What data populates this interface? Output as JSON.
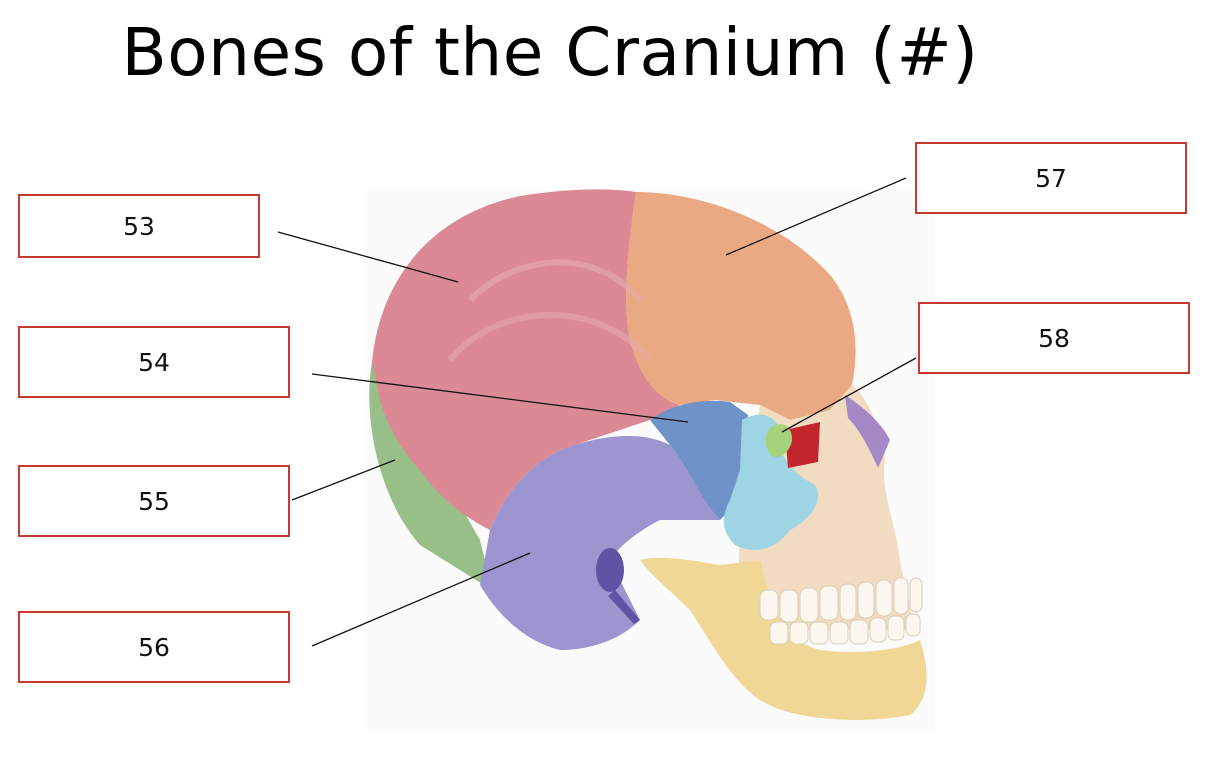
{
  "title": "Bones of the Cranium (#)",
  "labels": {
    "l53": "53",
    "l54": "54",
    "l55": "55",
    "l56": "56",
    "l57": "57",
    "l58": "58"
  },
  "colors": {
    "box_border": "#c8392f",
    "parietal": "#db8a95",
    "frontal": "#eaa983",
    "temporal": "#9c95cf",
    "sphenoid": "#6f93c9",
    "occipital": "#97bf87",
    "zygomatic": "#9fd4e4",
    "mandible": "#f1d796",
    "maxilla_face": "#f1dcc1",
    "nasal": "#a489c6",
    "lacrimal": "#a5d37c",
    "orbit_dark": "#c2262c"
  }
}
